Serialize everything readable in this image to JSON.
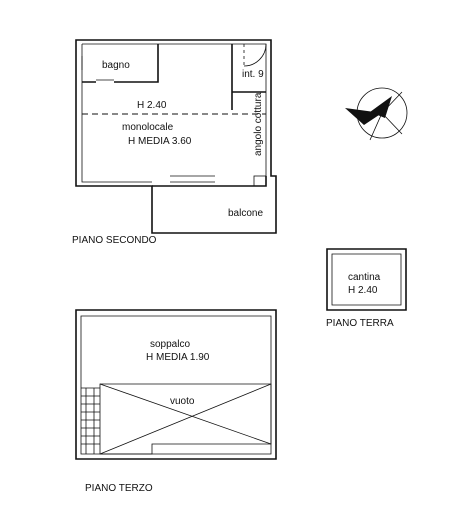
{
  "floors": {
    "secondo": {
      "title": "PIANO SECONDO",
      "rooms": {
        "bagno": "bagno",
        "interno": "int. 9",
        "altezza": "H 2.40",
        "monolocale": "monolocale",
        "altezza_media": "H MEDIA 3.60",
        "angolo_cottura": "angolo cottura",
        "balcone": "balcone"
      }
    },
    "terra": {
      "title": "PIANO TERRA",
      "rooms": {
        "cantina": "cantina",
        "altezza": "H 2.40"
      }
    },
    "terzo": {
      "title": "PIANO TERZO",
      "rooms": {
        "soppalco": "soppalco",
        "altezza_media": "H MEDIA 1.90",
        "vuoto": "vuoto"
      }
    }
  },
  "symbols": {
    "north_arrow": "compass-rose-icon"
  }
}
